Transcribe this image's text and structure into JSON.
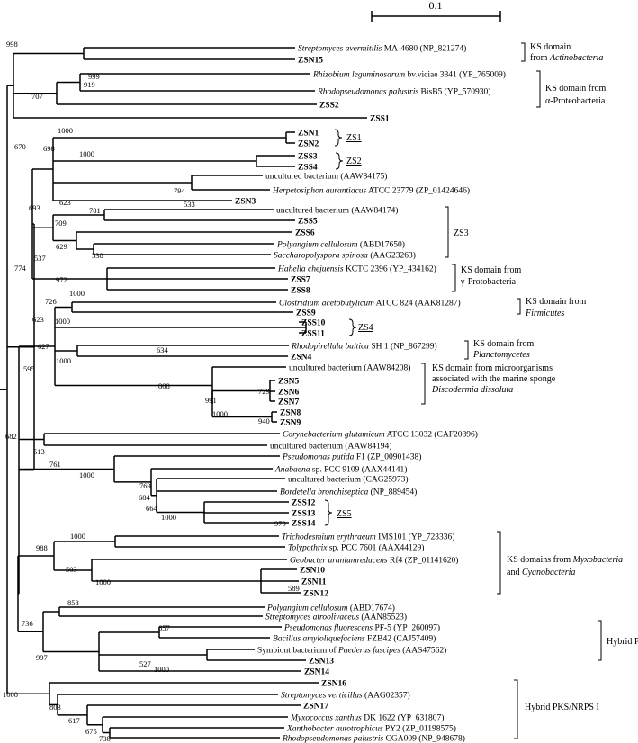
{
  "scale_bar": {
    "label": "0.1"
  },
  "leaves": [
    {
      "id": "L1",
      "parts": [
        {
          "t": "Streptomyces avermitilis",
          "i": true
        },
        {
          "t": " MA-4680 (NP_821274)"
        }
      ]
    },
    {
      "id": "L2",
      "parts": [
        {
          "t": "ZSN15",
          "b": true
        }
      ]
    },
    {
      "id": "L3",
      "parts": [
        {
          "t": "Rhizobium leguminosarum",
          "i": true
        },
        {
          "t": " bv.viciae 3841 (YP_765009)"
        }
      ]
    },
    {
      "id": "L4",
      "parts": [
        {
          "t": "Rhodopseudomonas palustris",
          "i": true
        },
        {
          "t": " BisB5 (YP_570930)"
        }
      ]
    },
    {
      "id": "L5",
      "parts": [
        {
          "t": "ZSS2",
          "b": true
        }
      ]
    },
    {
      "id": "L6",
      "parts": [
        {
          "t": "ZSS1",
          "b": true
        }
      ]
    },
    {
      "id": "L7",
      "parts": [
        {
          "t": "ZSN1",
          "b": true
        }
      ]
    },
    {
      "id": "L8",
      "parts": [
        {
          "t": "ZSN2",
          "b": true
        }
      ]
    },
    {
      "id": "L9",
      "parts": [
        {
          "t": "ZSS3",
          "b": true
        }
      ]
    },
    {
      "id": "L10",
      "parts": [
        {
          "t": "ZSS4",
          "b": true
        }
      ]
    },
    {
      "id": "L11",
      "parts": [
        {
          "t": "uncultured bacterium (AAW84175)"
        }
      ]
    },
    {
      "id": "L12",
      "parts": [
        {
          "t": "Herpetosiphon aurantiacus",
          "i": true
        },
        {
          "t": " ATCC 23779 (ZP_01424646)"
        }
      ]
    },
    {
      "id": "L13",
      "parts": [
        {
          "t": "ZSN3",
          "b": true
        }
      ]
    },
    {
      "id": "L14",
      "parts": [
        {
          "t": "uncultured bacterium (AAW84174)"
        }
      ]
    },
    {
      "id": "L15",
      "parts": [
        {
          "t": "ZSS5",
          "b": true
        }
      ]
    },
    {
      "id": "L16",
      "parts": [
        {
          "t": "ZSS6",
          "b": true
        }
      ]
    },
    {
      "id": "L17",
      "parts": [
        {
          "t": "Polyangium cellulosum",
          "i": true
        },
        {
          "t": " (ABD17650)"
        }
      ]
    },
    {
      "id": "L18",
      "parts": [
        {
          "t": "Saccharopolyspora spinosa",
          "i": true
        },
        {
          "t": " (AAG23263)"
        }
      ]
    },
    {
      "id": "L19",
      "parts": [
        {
          "t": "Hahella chejuensis",
          "i": true
        },
        {
          "t": " KCTC 2396 (YP_434162)"
        }
      ]
    },
    {
      "id": "L20",
      "parts": [
        {
          "t": "ZSS7",
          "b": true
        }
      ]
    },
    {
      "id": "L21",
      "parts": [
        {
          "t": "ZSS8",
          "b": true
        }
      ]
    },
    {
      "id": "L22",
      "parts": [
        {
          "t": "Clostridium acetobutylicum",
          "i": true
        },
        {
          "t": " ATCC 824 (AAK81287)"
        }
      ]
    },
    {
      "id": "L23",
      "parts": [
        {
          "t": "ZSS9",
          "b": true
        }
      ]
    },
    {
      "id": "L24",
      "parts": [
        {
          "t": "ZSS10",
          "b": true
        }
      ]
    },
    {
      "id": "L25",
      "parts": [
        {
          "t": "ZSS11",
          "b": true
        }
      ]
    },
    {
      "id": "L26",
      "parts": [
        {
          "t": "Rhodopirellula baltica",
          "i": true
        },
        {
          "t": " SH 1 (NP_867299)"
        }
      ]
    },
    {
      "id": "L27",
      "parts": [
        {
          "t": "ZSN4",
          "b": true
        }
      ]
    },
    {
      "id": "L28",
      "parts": [
        {
          "t": "uncultured bacterium (AAW84208)"
        }
      ]
    },
    {
      "id": "L29",
      "parts": [
        {
          "t": "ZSN5",
          "b": true
        }
      ]
    },
    {
      "id": "L30",
      "parts": [
        {
          "t": "ZSN6",
          "b": true
        }
      ]
    },
    {
      "id": "L31",
      "parts": [
        {
          "t": "ZSN7",
          "b": true
        }
      ]
    },
    {
      "id": "L32",
      "parts": [
        {
          "t": "ZSN8",
          "b": true
        }
      ]
    },
    {
      "id": "L33",
      "parts": [
        {
          "t": "ZSN9",
          "b": true
        }
      ]
    },
    {
      "id": "L34",
      "parts": [
        {
          "t": "Corynebacterium glutamicum",
          "i": true
        },
        {
          "t": " ATCC 13032 (CAF20896)"
        }
      ]
    },
    {
      "id": "L35",
      "parts": [
        {
          "t": "uncultured bacterium (AAW84194)"
        }
      ]
    },
    {
      "id": "L36",
      "parts": [
        {
          "t": "Pseudomonas putida",
          "i": true
        },
        {
          "t": " F1 (ZP_00901438)"
        }
      ]
    },
    {
      "id": "L37",
      "parts": [
        {
          "t": "Anabaena",
          "i": true
        },
        {
          "t": " sp. PCC 9109 (AAX44141)"
        }
      ]
    },
    {
      "id": "L38",
      "parts": [
        {
          "t": "uncultured bacterium (CAG25973)"
        }
      ]
    },
    {
      "id": "L39",
      "parts": [
        {
          "t": "Bordetella bronchiseptica",
          "i": true
        },
        {
          "t": " (NP_889454)"
        }
      ]
    },
    {
      "id": "L40",
      "parts": [
        {
          "t": "ZSS12",
          "b": true
        }
      ]
    },
    {
      "id": "L41",
      "parts": [
        {
          "t": "ZSS13",
          "b": true
        }
      ]
    },
    {
      "id": "L42",
      "parts": [
        {
          "t": "ZSS14",
          "b": true
        }
      ]
    },
    {
      "id": "L43",
      "parts": [
        {
          "t": "Trichodesmium erythraeum",
          "i": true
        },
        {
          "t": " IMS101 (YP_723336)"
        }
      ]
    },
    {
      "id": "L44",
      "parts": [
        {
          "t": "Tolypothrix",
          "i": true
        },
        {
          "t": " sp. PCC 7601 (AAX44129)"
        }
      ]
    },
    {
      "id": "L45",
      "parts": [
        {
          "t": "Geobacter uraniumreducens",
          "i": true
        },
        {
          "t": " Rf4 (ZP_01141620)"
        }
      ]
    },
    {
      "id": "L46",
      "parts": [
        {
          "t": "ZSN10",
          "b": true
        }
      ]
    },
    {
      "id": "L47",
      "parts": [
        {
          "t": "ZSN11",
          "b": true
        }
      ]
    },
    {
      "id": "L48",
      "parts": [
        {
          "t": "ZSN12",
          "b": true
        }
      ]
    },
    {
      "id": "L49",
      "parts": [
        {
          "t": "Polyangium cellulosum",
          "i": true
        },
        {
          "t": " (ABD17674)"
        }
      ]
    },
    {
      "id": "L50",
      "parts": [
        {
          "t": "Streptomyces atroolivaceus",
          "i": true
        },
        {
          "t": " (AAN85523)"
        }
      ]
    },
    {
      "id": "L51",
      "parts": [
        {
          "t": "Pseudomonas fluorescens",
          "i": true
        },
        {
          "t": " PF-5 (YP_260097)"
        }
      ]
    },
    {
      "id": "L52",
      "parts": [
        {
          "t": "Bacillus amyloliquefaciens",
          "i": true
        },
        {
          "t": " FZB42 (CAJ57409)"
        }
      ]
    },
    {
      "id": "L53",
      "parts": [
        {
          "t": "Symbiont bacterium of "
        },
        {
          "t": "Paederus fuscipes",
          "i": true
        },
        {
          "t": " (AAS47562)"
        }
      ]
    },
    {
      "id": "L54",
      "parts": [
        {
          "t": "ZSN13",
          "b": true
        }
      ]
    },
    {
      "id": "L55",
      "parts": [
        {
          "t": "ZSN14",
          "b": true
        }
      ]
    },
    {
      "id": "L56",
      "parts": [
        {
          "t": "ZSN16",
          "b": true
        }
      ]
    },
    {
      "id": "L57",
      "parts": [
        {
          "t": "Streptomyces verticillus",
          "i": true
        },
        {
          "t": " (AAG02357)"
        }
      ]
    },
    {
      "id": "L58",
      "parts": [
        {
          "t": "ZSN17",
          "b": true
        }
      ]
    },
    {
      "id": "L59",
      "parts": [
        {
          "t": "Myxococcus xanthus",
          "i": true
        },
        {
          "t": " DK 1622 (YP_631807)"
        }
      ]
    },
    {
      "id": "L60",
      "parts": [
        {
          "t": "Xanthobacter autotrophicus",
          "i": true
        },
        {
          "t": " PY2 (ZP_01198575)"
        }
      ]
    },
    {
      "id": "L61",
      "parts": [
        {
          "t": "Rhodopseudomonas palustris",
          "i": true
        },
        {
          "t": " CGA009 (NP_948678)"
        }
      ]
    }
  ],
  "bootstrap": [
    {
      "id": "B998",
      "v": "998"
    },
    {
      "id": "B919",
      "v": "919"
    },
    {
      "id": "B999",
      "v": "999"
    },
    {
      "id": "B707",
      "v": "707"
    },
    {
      "id": "B670",
      "v": "670"
    },
    {
      "id": "B1000a",
      "v": "1000"
    },
    {
      "id": "B698",
      "v": "698"
    },
    {
      "id": "B1000b",
      "v": "1000"
    },
    {
      "id": "B623a",
      "v": "623"
    },
    {
      "id": "B794",
      "v": "794"
    },
    {
      "id": "B533",
      "v": "533"
    },
    {
      "id": "B693",
      "v": "693"
    },
    {
      "id": "B781",
      "v": "781"
    },
    {
      "id": "B709",
      "v": "709"
    },
    {
      "id": "B629",
      "v": "629"
    },
    {
      "id": "B538",
      "v": "538"
    },
    {
      "id": "B537",
      "v": "537"
    },
    {
      "id": "B972",
      "v": "972"
    },
    {
      "id": "B774",
      "v": "774"
    },
    {
      "id": "B726",
      "v": "726"
    },
    {
      "id": "B1000c",
      "v": "1000"
    },
    {
      "id": "B623b",
      "v": "623"
    },
    {
      "id": "B1000d",
      "v": "1000"
    },
    {
      "id": "B627",
      "v": "627"
    },
    {
      "id": "B1000e",
      "v": "1000"
    },
    {
      "id": "B634",
      "v": "634"
    },
    {
      "id": "B808",
      "v": "808"
    },
    {
      "id": "B991",
      "v": "991"
    },
    {
      "id": "B729",
      "v": "729"
    },
    {
      "id": "B1000f",
      "v": "1000"
    },
    {
      "id": "B940",
      "v": "940"
    },
    {
      "id": "B595",
      "v": "595"
    },
    {
      "id": "B682",
      "v": "682"
    },
    {
      "id": "B513",
      "v": "513"
    },
    {
      "id": "B761",
      "v": "761"
    },
    {
      "id": "B1000g",
      "v": "1000"
    },
    {
      "id": "B769",
      "v": "769"
    },
    {
      "id": "B684",
      "v": "684"
    },
    {
      "id": "B664",
      "v": "664"
    },
    {
      "id": "B1000h",
      "v": "1000"
    },
    {
      "id": "B979",
      "v": "979"
    },
    {
      "id": "B988",
      "v": "988"
    },
    {
      "id": "B1000i",
      "v": "1000"
    },
    {
      "id": "B503",
      "v": "503"
    },
    {
      "id": "B1000j",
      "v": "1000"
    },
    {
      "id": "B589",
      "v": "589"
    },
    {
      "id": "B736",
      "v": "736"
    },
    {
      "id": "B858",
      "v": "858"
    },
    {
      "id": "B997",
      "v": "997"
    },
    {
      "id": "B657",
      "v": "657"
    },
    {
      "id": "B527",
      "v": "527"
    },
    {
      "id": "B1000k",
      "v": "1000"
    },
    {
      "id": "B1000l",
      "v": "1000"
    },
    {
      "id": "B803",
      "v": "803"
    },
    {
      "id": "B617",
      "v": "617"
    },
    {
      "id": "B675",
      "v": "675"
    },
    {
      "id": "B738",
      "v": "738"
    }
  ],
  "groups": [
    {
      "id": "G1",
      "lines": [
        {
          "parts": [
            {
              "t": "KS domain"
            }
          ]
        },
        {
          "parts": [
            {
              "t": "from "
            },
            {
              "t": "Actinobacteria",
              "i": true
            }
          ]
        }
      ]
    },
    {
      "id": "G2",
      "lines": [
        {
          "parts": [
            {
              "t": "KS domain from"
            }
          ]
        },
        {
          "parts": [
            {
              "t": "α-Proteobacteria"
            }
          ]
        }
      ]
    },
    {
      "id": "G3",
      "lines": [
        {
          "parts": [
            {
              "t": "ZS1",
              "u": true
            }
          ]
        }
      ]
    },
    {
      "id": "G4",
      "lines": [
        {
          "parts": [
            {
              "t": "ZS2",
              "u": true
            }
          ]
        }
      ]
    },
    {
      "id": "G5",
      "lines": [
        {
          "parts": [
            {
              "t": "ZS3",
              "u": true
            }
          ]
        }
      ]
    },
    {
      "id": "G6",
      "lines": [
        {
          "parts": [
            {
              "t": "KS domain from"
            }
          ]
        },
        {
          "parts": [
            {
              "t": "γ-Protobacteria"
            }
          ]
        }
      ]
    },
    {
      "id": "G7",
      "lines": [
        {
          "parts": [
            {
              "t": "KS domain from"
            }
          ]
        },
        {
          "parts": [
            {
              "t": "Firmicutes",
              "i": true
            }
          ]
        }
      ]
    },
    {
      "id": "G8",
      "lines": [
        {
          "parts": [
            {
              "t": "ZS4",
              "u": true
            }
          ]
        }
      ]
    },
    {
      "id": "G9",
      "lines": [
        {
          "parts": [
            {
              "t": "KS domain from"
            }
          ]
        },
        {
          "parts": [
            {
              "t": "Planctomycetes",
              "i": true
            }
          ]
        }
      ]
    },
    {
      "id": "G10",
      "lines": [
        {
          "parts": [
            {
              "t": "KS domain from microorganisms"
            }
          ]
        },
        {
          "parts": [
            {
              "t": "associated with the marine sponge"
            }
          ]
        },
        {
          "parts": [
            {
              "t": "Discodermia dissoluta",
              "i": true
            }
          ]
        }
      ]
    },
    {
      "id": "G11",
      "lines": [
        {
          "parts": [
            {
              "t": "ZS5",
              "u": true
            }
          ]
        }
      ]
    },
    {
      "id": "G12",
      "lines": [
        {
          "parts": [
            {
              "t": "KS domains from "
            },
            {
              "t": "Myxobacteria",
              "i": true
            }
          ]
        },
        {
          "parts": [
            {
              "t": "and "
            },
            {
              "t": "Cyanobacteria",
              "i": true
            }
          ]
        }
      ]
    },
    {
      "id": "G13",
      "lines": [
        {
          "parts": [
            {
              "t": "Hybrid  PKS/NRPS II"
            }
          ]
        }
      ]
    },
    {
      "id": "G14",
      "lines": [
        {
          "parts": [
            {
              "t": "Hybrid PKS/NRPS I"
            }
          ]
        }
      ]
    }
  ]
}
